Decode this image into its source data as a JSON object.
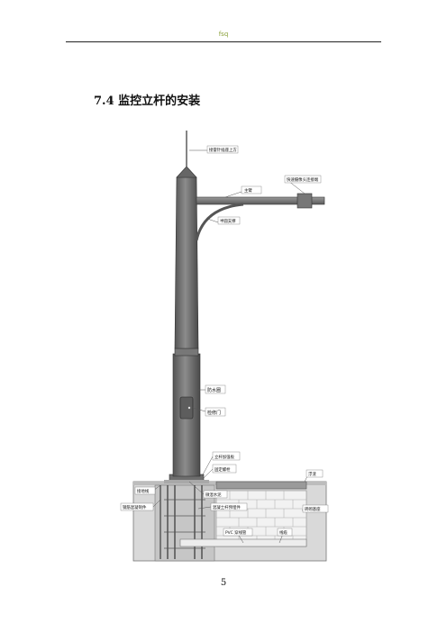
{
  "header": {
    "text": "fsq"
  },
  "section": {
    "title": "7.4 监控立杆的安装"
  },
  "figure": {
    "labels": {
      "lightning_rod": "接雷针插座上方",
      "crossarm": "主臂",
      "camera_mount": "快速摄像头连接端",
      "brace": "半圆支撑",
      "rainproof_cap": "防水圈",
      "service_door": "检修门",
      "flange": "立杆加强板",
      "anchor_nut": "固定螺栓",
      "ground_wire": "接地线",
      "mortar": "微混水泥",
      "embed_bolts": "钢筋混凝制件",
      "foundation_parts": "混凝土杆预埋件",
      "cover_plate": "浮渣",
      "brick_base": "砖砌基座",
      "pvc_pipe": "PVC 穿线管",
      "cable": "线缆"
    }
  },
  "page": {
    "number": "5"
  }
}
